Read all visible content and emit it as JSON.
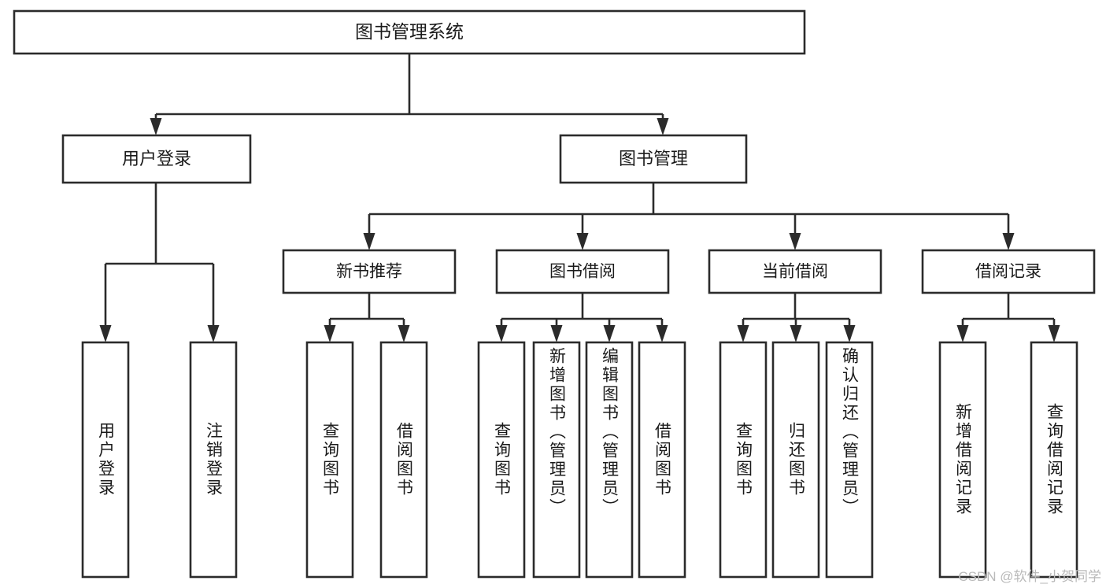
{
  "diagram": {
    "type": "tree",
    "title": "图书管理系统",
    "orientation": "top-down",
    "edge_style": "orthogonal-arrow",
    "colors": {
      "box_fill": "#ffffff",
      "box_stroke": "#2b2b2b",
      "text": "#1a1a1a",
      "background": "#ffffff",
      "watermark": "#b9b9b9"
    },
    "root": {
      "label": "图书管理系统"
    },
    "level1": [
      {
        "label": "用户登录"
      },
      {
        "label": "图书管理"
      }
    ],
    "level2": [
      {
        "label": "新书推荐"
      },
      {
        "label": "图书借阅"
      },
      {
        "label": "当前借阅"
      },
      {
        "label": "借阅记录"
      }
    ],
    "leaves": [
      {
        "label": "用户登录",
        "parent": "用户登录"
      },
      {
        "label": "注销登录",
        "parent": "用户登录"
      },
      {
        "label": "查询图书",
        "parent": "新书推荐"
      },
      {
        "label": "借阅图书",
        "parent": "新书推荐"
      },
      {
        "label": "查询图书",
        "parent": "图书借阅"
      },
      {
        "label": "新增图书（管理员）",
        "parent": "图书借阅"
      },
      {
        "label": "编辑图书（管理员）",
        "parent": "图书借阅"
      },
      {
        "label": "借阅图书",
        "parent": "图书借阅"
      },
      {
        "label": "查询图书",
        "parent": "当前借阅"
      },
      {
        "label": "归还图书",
        "parent": "当前借阅"
      },
      {
        "label": "确认归还（管理员）",
        "parent": "当前借阅"
      },
      {
        "label": "新增借阅记录",
        "parent": "借阅记录"
      },
      {
        "label": "查询借阅记录",
        "parent": "借阅记录"
      }
    ]
  },
  "watermark": {
    "text": "CSDN @软件_小贺同学"
  }
}
